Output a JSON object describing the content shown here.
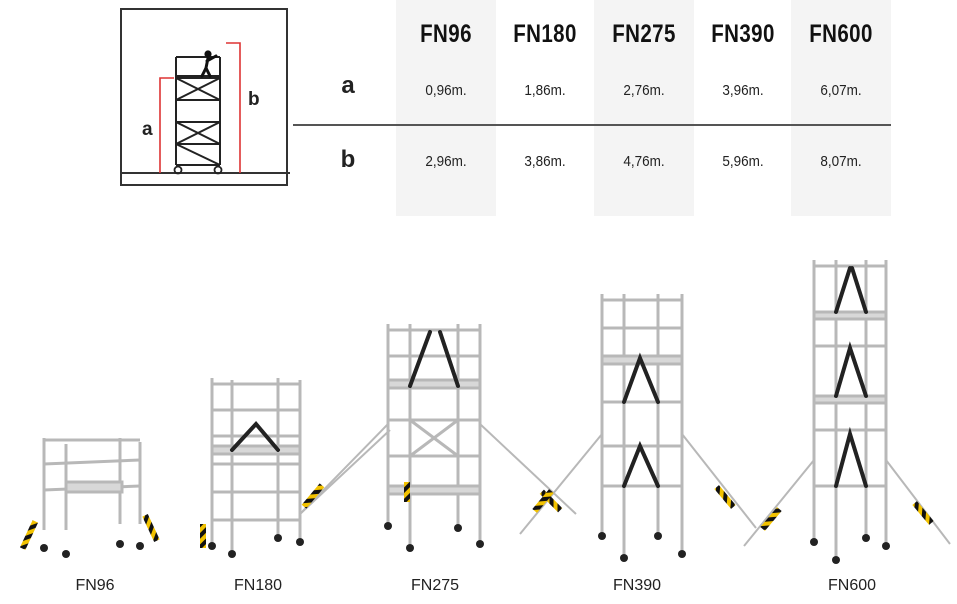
{
  "diagram": {
    "label_a": "a",
    "label_b": "b"
  },
  "table": {
    "models": [
      "FN96",
      "FN180",
      "FN275",
      "FN390",
      "FN600"
    ],
    "rows": [
      {
        "label": "a",
        "values": [
          "0,96m.",
          "1,86m.",
          "2,76m.",
          "3,96m.",
          "6,07m."
        ]
      },
      {
        "label": "b",
        "values": [
          "2,96m.",
          "3,86m.",
          "4,76m.",
          "5,96m.",
          "8,07m."
        ]
      }
    ]
  },
  "products": [
    {
      "label": "FN96"
    },
    {
      "label": "FN180"
    },
    {
      "label": "FN275"
    },
    {
      "label": "FN390"
    },
    {
      "label": "FN600"
    }
  ]
}
